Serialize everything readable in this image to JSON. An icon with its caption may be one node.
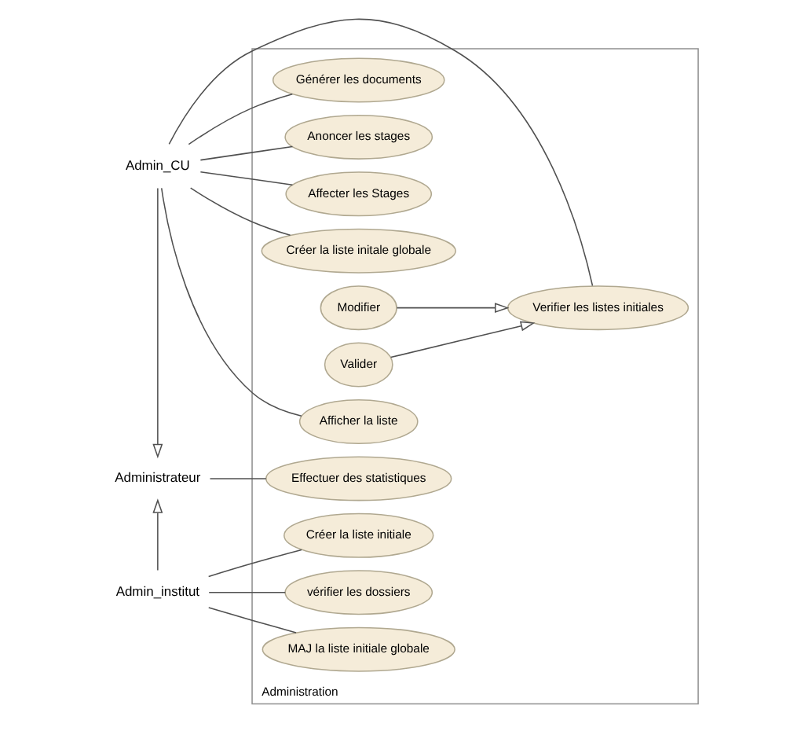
{
  "diagram": {
    "nodes": [
      {
        "text": [
          "Administration"
        ]
      },
      {
        "text": [
          "Administrateur"
        ]
      },
      {
        "text": [
          "Admin_institut"
        ]
      },
      {
        "text": [
          "Admin_CU"
        ]
      },
      {
        "text": [
          "Effectuer des statistiques"
        ],
        "in": 0
      },
      {
        "text": [
          "Anoncer les stages"
        ],
        "in": 0
      },
      {
        "text": [
          "Affecter les Stages"
        ],
        "in": 0
      },
      {
        "text": [
          "Verifier les listes initiales"
        ],
        "in": 0
      },
      {
        "text": [
          "Créer la liste initale globale"
        ],
        "in": 0
      },
      {
        "text": [
          "Modifier"
        ],
        "in": 0
      },
      {
        "text": [
          "Valider"
        ],
        "in": 0
      },
      {
        "text": [
          "Afficher la liste"
        ],
        "in": 0
      },
      {
        "text": [
          "vérifier les dossiers"
        ],
        "in": 0
      },
      {
        "text": [
          "Générer les documents"
        ],
        "in": 0
      },
      {
        "text": [
          "Créer la liste initiale"
        ],
        "in": 0
      },
      {
        "text": [
          "MAJ la liste initiale globale"
        ],
        "in": 0
      }
    ],
    "edges": [
      {
        "from": 1,
        "to": 4,
        "arrow": "none"
      },
      {
        "from": 2,
        "to": 1,
        "arrow": "to"
      },
      {
        "from": 3,
        "to": 1,
        "arrow": "to"
      },
      {
        "from": 3,
        "to": 5,
        "arrow": "none"
      },
      {
        "from": 3,
        "to": 6,
        "arrow": "none"
      },
      {
        "from": 3,
        "to": 7,
        "arrow": "none"
      },
      {
        "from": 3,
        "to": 8,
        "arrow": "none"
      },
      {
        "from": 9,
        "to": 7,
        "arrow": "to"
      },
      {
        "from": 10,
        "to": 7,
        "arrow": "to"
      },
      {
        "from": 3,
        "to": 11,
        "arrow": "none"
      },
      {
        "from": 3,
        "to": 13,
        "arrow": "none"
      },
      {
        "from": 2,
        "to": 12,
        "arrow": "none"
      },
      {
        "from": 2,
        "to": 14,
        "arrow": "none"
      },
      {
        "from": 2,
        "to": 15,
        "arrow": "none"
      }
    ]
  }
}
